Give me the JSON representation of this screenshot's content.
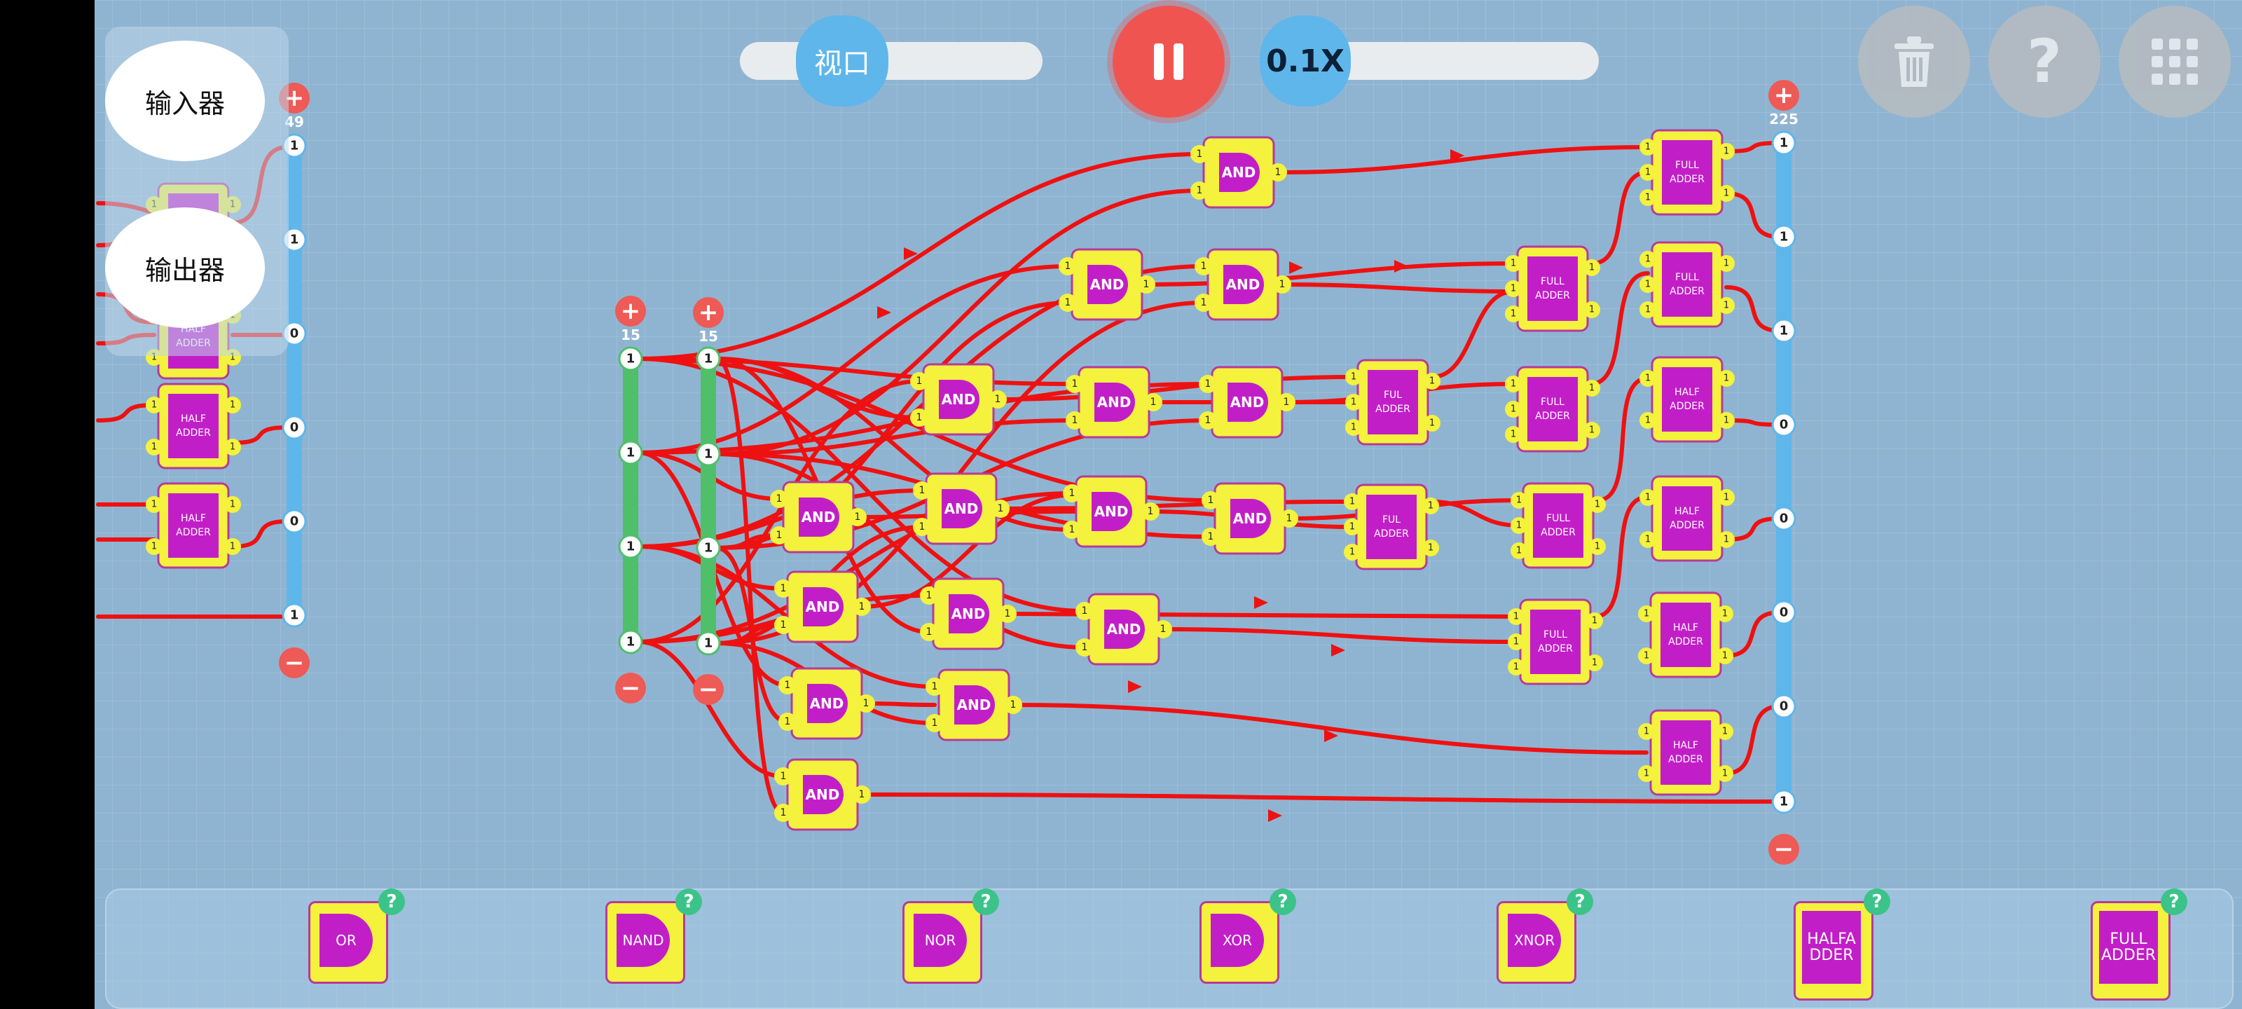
{
  "menu": {
    "input_label": "输入器",
    "output_label": "输出器"
  },
  "toolbar": {
    "viewport_label": "视口",
    "speed_label": "0.1X",
    "pause_icon": "pause-icon",
    "delete_icon": "trash-icon",
    "help_icon": "help-icon",
    "grid_icon": "grid-menu-icon"
  },
  "buses": {
    "left_output": {
      "count": "49",
      "values": [
        "1",
        "1",
        "0",
        "0",
        "0",
        "1"
      ]
    },
    "input_a": {
      "count": "15",
      "values": [
        "1",
        "1",
        "1",
        "1"
      ]
    },
    "input_b": {
      "count": "15",
      "values": [
        "1",
        "1",
        "1",
        "1"
      ]
    },
    "right_output": {
      "count": "225",
      "values": [
        "1",
        "1",
        "1",
        "0",
        "0",
        "0",
        "0",
        "1"
      ]
    }
  },
  "gates": {
    "and_label": "AND",
    "pin_value": "1",
    "half_adder_label": "HALF ADDER",
    "full_adder_label": "FULL ADDER",
    "full_adder_alt": "FUL ADDER"
  },
  "palette": [
    {
      "name": "or",
      "label": "OR"
    },
    {
      "name": "nand",
      "label": "NAND"
    },
    {
      "name": "nor",
      "label": "NOR"
    },
    {
      "name": "xor",
      "label": "XOR"
    },
    {
      "name": "xnor",
      "label": "XNOR"
    },
    {
      "name": "half-adder",
      "label": "HALFA DDER"
    },
    {
      "name": "full-adder",
      "label": "FULL ADDER"
    }
  ],
  "colors": {
    "background": "#8fb4d1",
    "wire": "#ee1111",
    "gate_body": "#f4f23c",
    "gate_core": "#c21ec8",
    "bus_input": "#4fbf6a",
    "bus_output": "#5fb6ea",
    "plus_minus": "#ee5a55"
  }
}
